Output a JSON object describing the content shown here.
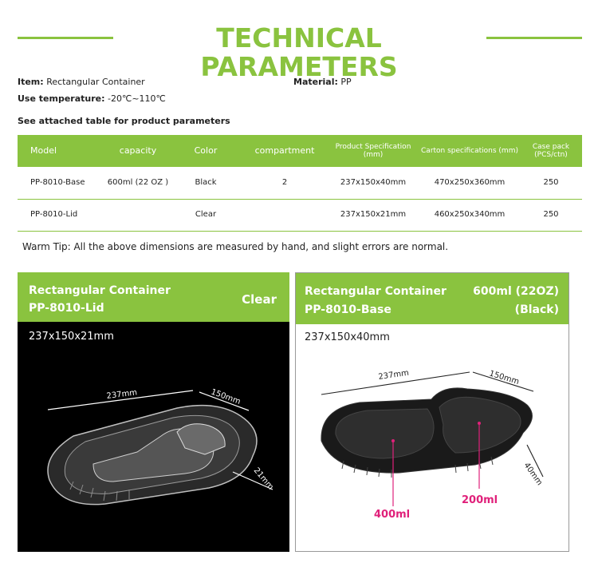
{
  "header": {
    "title": "TECHNICAL PARAMETERS"
  },
  "info": {
    "item_label": "Item:",
    "item_value": "Rectangular  Container",
    "material_label": "Material:",
    "material_value": "PP",
    "temp_label": "Use temperature:",
    "temp_value": "-20℃~110℃",
    "table_note": "See attached table for product parameters"
  },
  "table": {
    "headers": [
      "Model",
      "capacity",
      "Color",
      "compartment",
      "Product Specification (mm)",
      "Carton specifications (mm)",
      "Case pack (PCS/ctn)"
    ],
    "rows": [
      [
        "PP-8010-Base",
        "600ml (22 OZ )",
        "Black",
        "2",
        "237x150x40mm",
        "470x250x360mm",
        "250"
      ],
      [
        "PP-8010-Lid",
        "",
        "Clear",
        "",
        "237x150x21mm",
        "460x250x340mm",
        "250"
      ]
    ]
  },
  "tip": "Warm Tip: All the above dimensions are measured by hand, and slight errors are normal.",
  "panels": {
    "lid": {
      "title": "Rectangular  Container",
      "model": "PP-8010-Lid",
      "color": "Clear",
      "dimensions": "237x150x21mm",
      "labels": {
        "length": "237mm",
        "width": "150mm",
        "height": "21mm"
      }
    },
    "base": {
      "title": "Rectangular  Container",
      "model": "PP-8010-Base",
      "capacity": "600ml (22OZ)",
      "color": "(Black)",
      "dimensions": "237x150x40mm",
      "labels": {
        "length": "237mm",
        "width": "150mm",
        "height": "40mm",
        "left_compartment": "400ml",
        "right_compartment": "200ml"
      },
      "accent_color": "#e0207a"
    }
  },
  "colors": {
    "brand": "#8ac33f"
  }
}
